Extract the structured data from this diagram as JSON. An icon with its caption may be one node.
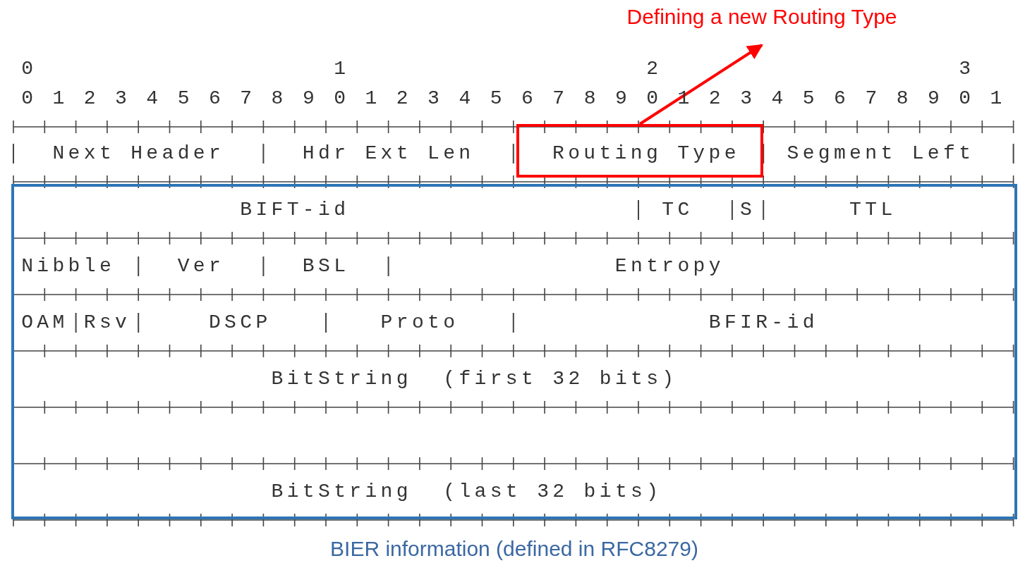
{
  "diagram": {
    "nodes": [
      {
        "text": [
          "Defining a new Routing Type"
        ]
      },
      {
        "text": [
          "Routing Type"
        ]
      },
      {
        "text": [
          "BIER information (defined in RFC8279)"
        ]
      }
    ],
    "edges": [
      {
        "from": 1,
        "to": 0,
        "arrow": "to"
      }
    ],
    "labels": [
      "0",
      "1",
      "2",
      "3",
      "0 1 2 3 4 5 6 7 8 9 0 1 2 3 4 5 6 7 8 9 0 1 2 3 4 5 6 7 8 9 0 1",
      "Next Header",
      "Hdr Ext Len",
      "Segment Left",
      "BIFT-id",
      "TC",
      "S",
      "TTL",
      "Nibble",
      "Ver",
      "BSL",
      "Entropy",
      "OAM",
      "Rsv",
      "DSCP",
      "Proto",
      "BFIR-id",
      "BitString  (first 32 bits)",
      "BitString  (last 32 bits)"
    ]
  }
}
